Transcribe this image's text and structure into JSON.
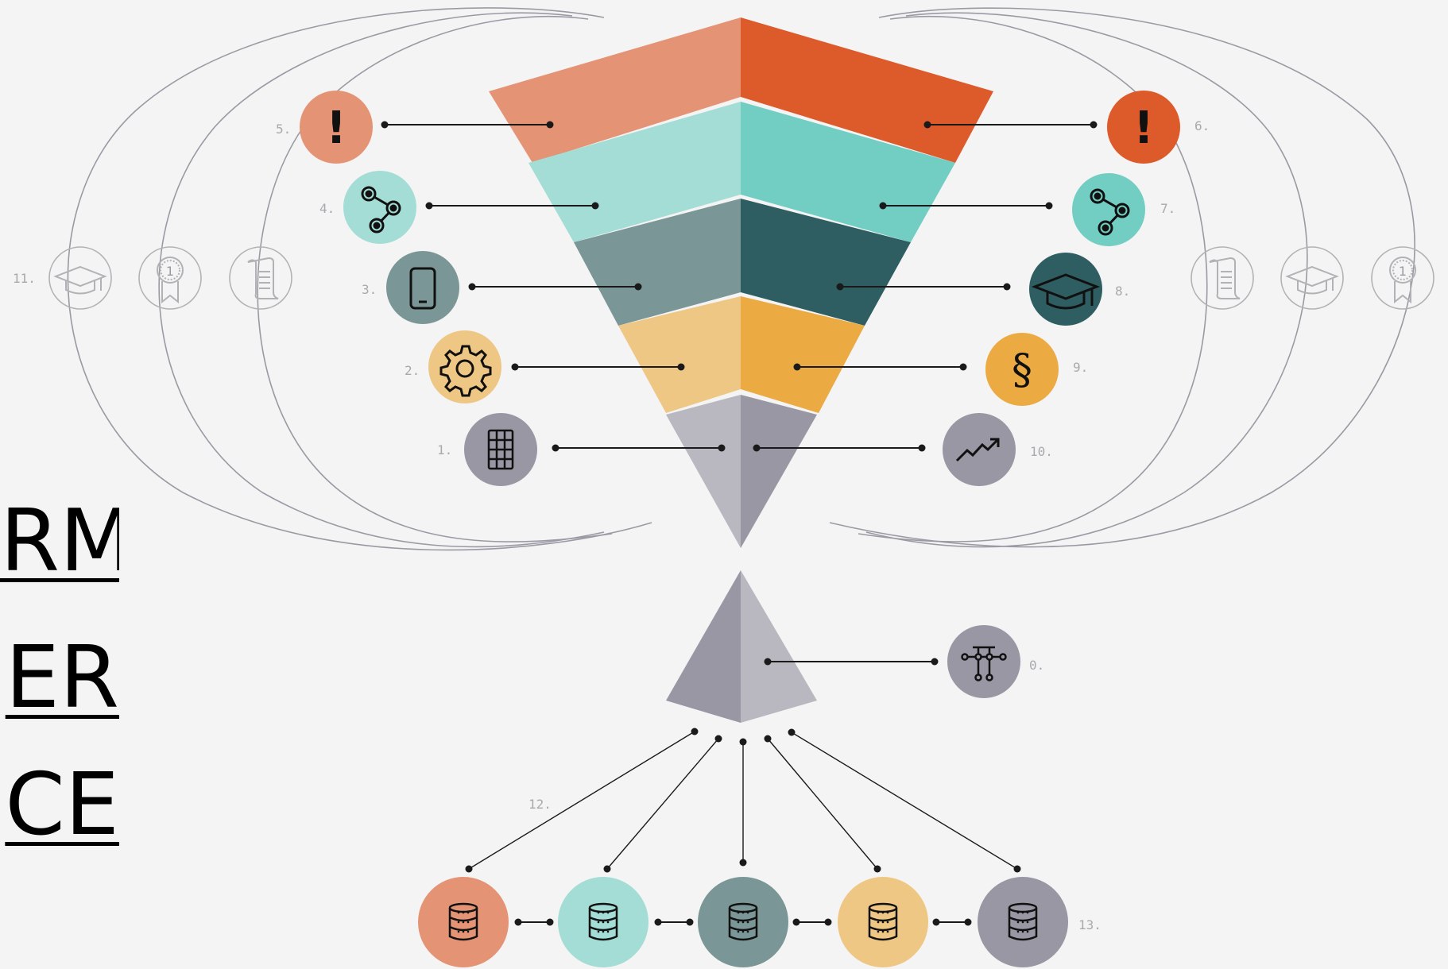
{
  "colors": {
    "background": "#f4f4f4",
    "coral_light": "#e49474",
    "coral_dark": "#dd5a2b",
    "teal_light": "#a3ddd6",
    "teal_dark": "#72cec3",
    "slate_light": "#7a9696",
    "slate_dark": "#2f5e62",
    "gold_light": "#efc785",
    "gold_dark": "#ecaa43",
    "gray_light": "#b9b8c1",
    "gray_dark": "#9897a3",
    "connector": "#1a1a1a",
    "arc": "#9a9aa4",
    "number_label": "#a9a9ad"
  },
  "side_title_lines": [
    "RM",
    "ER",
    "CE"
  ],
  "nodes": [
    {
      "id": "n0",
      "label": "0.",
      "icon": "circuit-icon"
    },
    {
      "id": "n1",
      "label": "1.",
      "icon": "grid-building-icon"
    },
    {
      "id": "n2",
      "label": "2.",
      "icon": "gear-icon"
    },
    {
      "id": "n3",
      "label": "3.",
      "icon": "smartphone-icon"
    },
    {
      "id": "n4",
      "label": "4.",
      "icon": "share-nodes-icon"
    },
    {
      "id": "n5",
      "label": "5.",
      "icon": "exclamation-icon"
    },
    {
      "id": "n6",
      "label": "6.",
      "icon": "exclamation-icon"
    },
    {
      "id": "n7",
      "label": "7.",
      "icon": "share-nodes-icon"
    },
    {
      "id": "n8",
      "label": "8.",
      "icon": "graduation-cap-icon"
    },
    {
      "id": "n9",
      "label": "9.",
      "icon": "section-sign-icon"
    },
    {
      "id": "n10",
      "label": "10.",
      "icon": "trend-up-icon"
    },
    {
      "id": "n11",
      "label": "11.",
      "icon": "graduation-cap-icon"
    },
    {
      "id": "n12",
      "label": "12.",
      "icon": "connector-lines"
    },
    {
      "id": "n13",
      "label": "13.",
      "icon": "database-icon"
    }
  ],
  "symbols": {
    "exclamation": "!",
    "section": "§",
    "medal_number": "1"
  },
  "side_badges": {
    "left": [
      "graduation-cap-icon",
      "medal-icon",
      "scroll-icon"
    ],
    "right": [
      "scroll-icon",
      "graduation-cap-icon",
      "medal-icon"
    ]
  },
  "databases": [
    "database-icon",
    "database-icon",
    "database-icon",
    "database-icon",
    "database-icon"
  ]
}
